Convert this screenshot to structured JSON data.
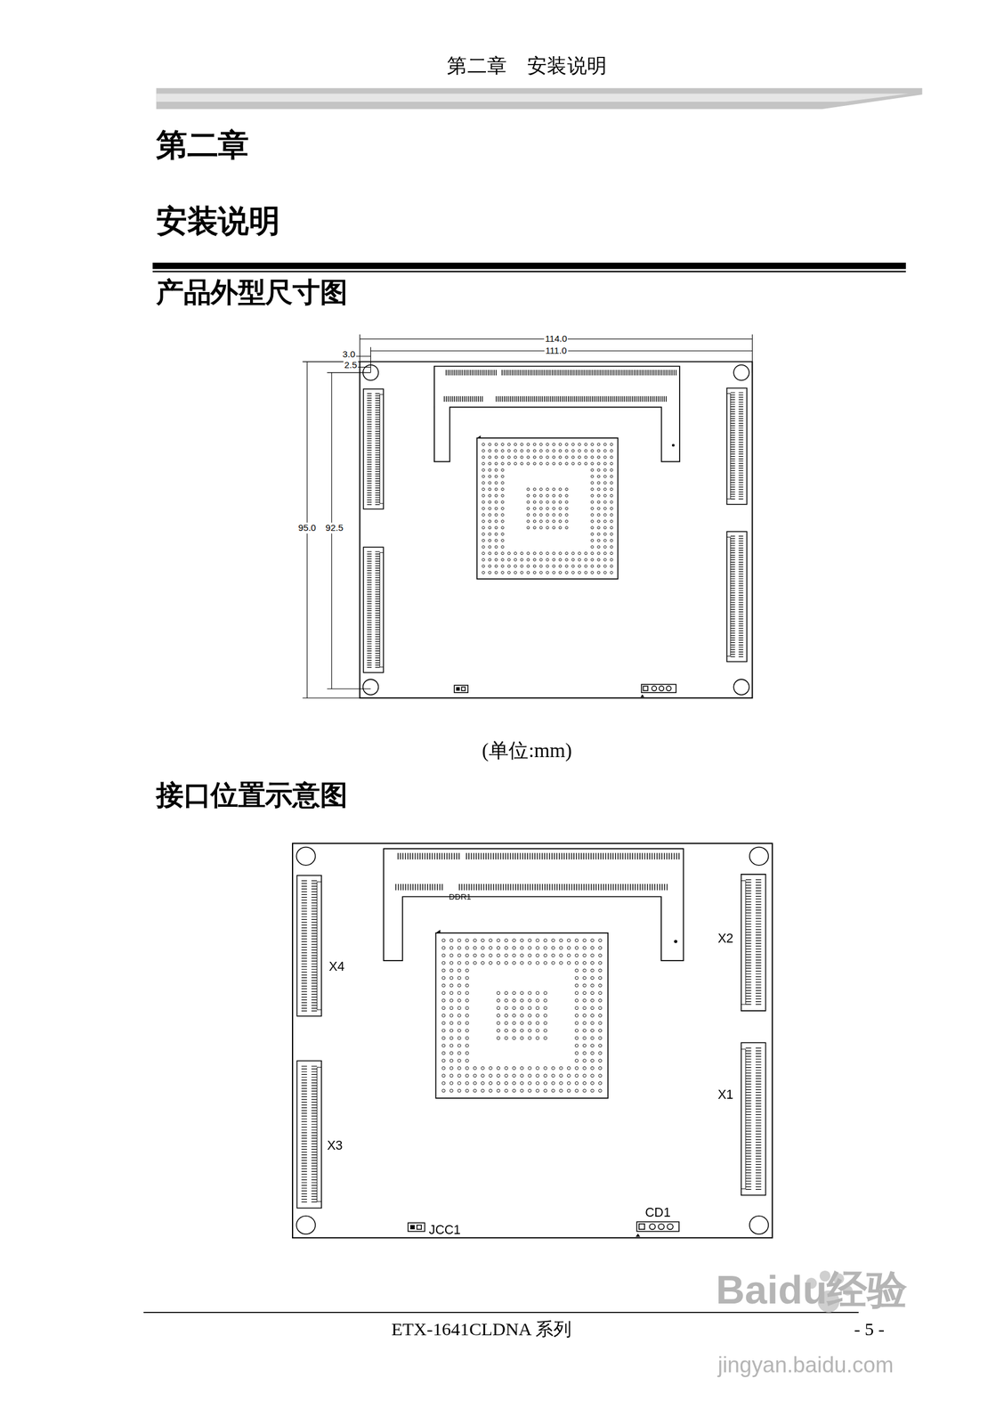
{
  "diagram": {
    "labels": [
      "第二章　安装说明",
      "第二章",
      "安装说明",
      "产品外型尺寸图",
      "114.0",
      "111.0",
      "3.0",
      "2.5",
      "95.0",
      "92.5",
      "(单位:mm)",
      "接口位置示意图",
      "DDR1",
      "X2",
      "X4",
      "X1",
      "X3",
      "JCC1",
      "CD1",
      "ETX-1641CLDNA 系列",
      "- 5 -",
      "Baidu经验",
      "jingyan.baidu.com"
    ]
  }
}
